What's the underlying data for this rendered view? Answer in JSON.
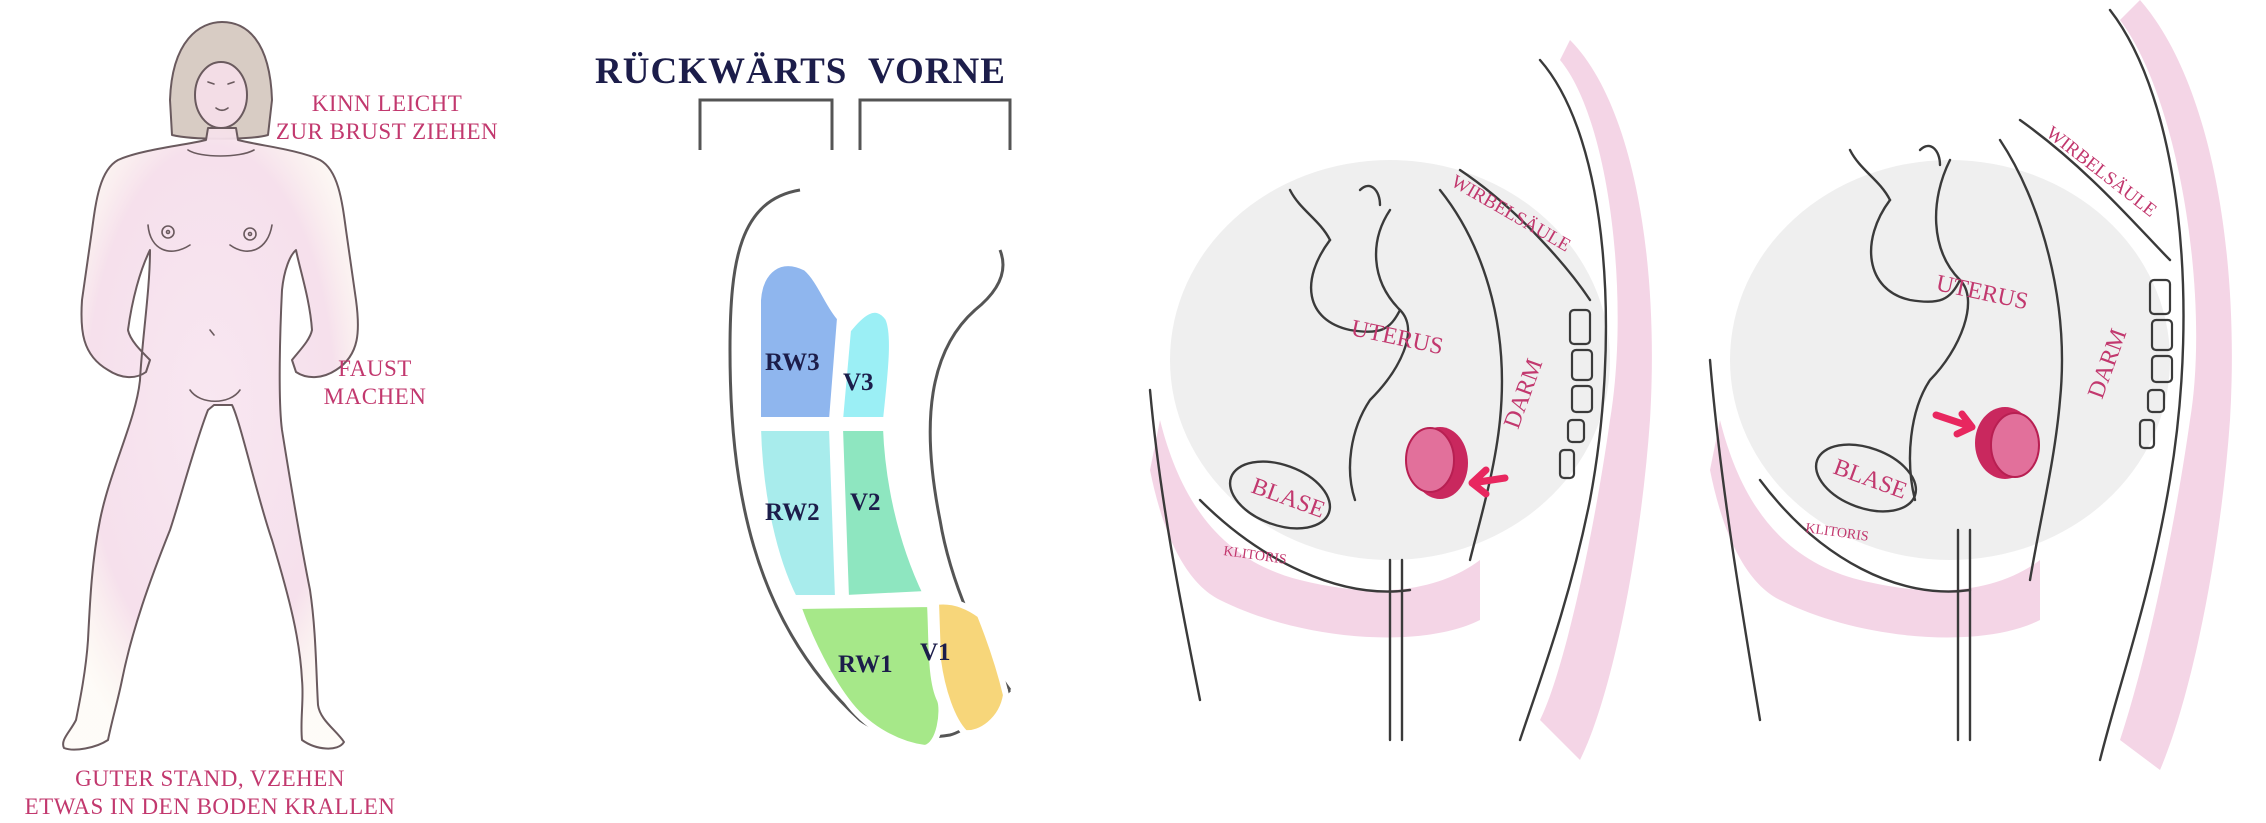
{
  "body_panel": {
    "labels": {
      "chin": [
        "KINN LEICHT",
        "ZUR BRUST ZIEHEN"
      ],
      "fist": [
        "FAUST",
        "MACHEN"
      ],
      "stance": [
        "GUTER STAND, VZEHEN",
        "ETWAS IN DEN BODEN KRALLEN"
      ]
    }
  },
  "zone_panel": {
    "headers": {
      "back": "RÜCKWÄRTS",
      "front": "VORNE"
    },
    "zones": {
      "rw3": "RW3",
      "v3": "V3",
      "rw2": "RW2",
      "v2": "V2",
      "rw1": "RW1",
      "v1": "V1"
    },
    "colors": {
      "rw3": "#8fb6ee",
      "v3": "#9beff5",
      "rw2": "#a8ecec",
      "v2": "#8ee6c0",
      "rw1": "#a6e889",
      "v1": "#f7d67a"
    }
  },
  "anatomy_left": {
    "labels": {
      "spine": "WIRBELSÄULE",
      "uterus": "UTERUS",
      "bowel": "DARM",
      "bladder": "BLASE",
      "clitoris": "KLITORIS"
    }
  },
  "anatomy_right": {
    "labels": {
      "spine": "WIRBELSÄULE",
      "uterus": "UTERUS",
      "bowel": "DARM",
      "bladder": "BLASE",
      "clitoris": "KLITORIS"
    }
  },
  "colors": {
    "label": "#c2386e",
    "header": "#1c1d4a",
    "arrow": "#e8275f",
    "cup": "#d93f78"
  }
}
